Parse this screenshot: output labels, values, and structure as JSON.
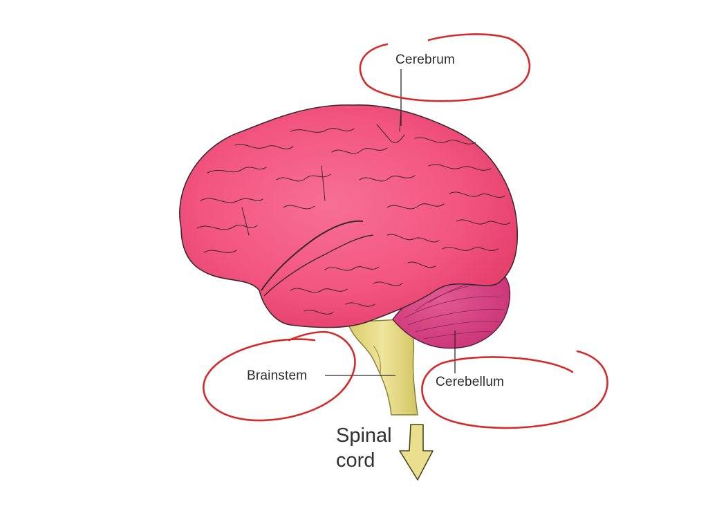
{
  "labels": {
    "cerebrum": "Cerebrum",
    "brainstem": "Brainstem",
    "cerebellum": "Cerebellum",
    "spinal_cord_line1": "Spinal",
    "spinal_cord_line2": "cord"
  },
  "colors": {
    "cerebrum_fill": "#f25580",
    "cerebrum_shade": "#e63d6c",
    "cerebellum_fill": "#d9437f",
    "brainstem_fill": "#e8dd8a",
    "arrow_fill": "#eadf8c",
    "annotation_ink": "#d42a2a",
    "outline": "#3a2a2a"
  }
}
